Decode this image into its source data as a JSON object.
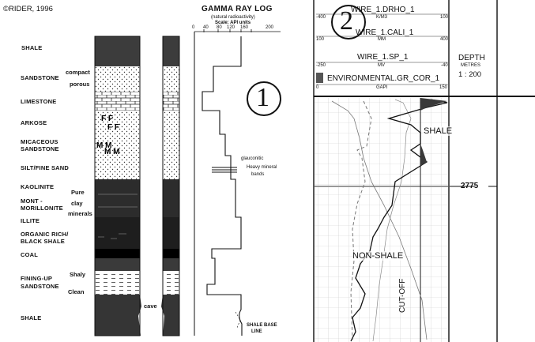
{
  "copyright": "©RIDER, 1996",
  "left_panel": {
    "title": "GAMMA RAY LOG",
    "subtitle_1": "(natural radioactivity)",
    "subtitle_2": "Scale: API units",
    "scale_ticks": [
      "0",
      "40",
      "80",
      "120",
      "160",
      "200"
    ],
    "lithologies": [
      "SHALE",
      "SANDSTONE",
      "LIMESTONE",
      "ARKOSE",
      "MICACEOUS",
      "SANDSTONE",
      "SILT/FINE SAND",
      "KAOLINITE",
      "MONT -",
      "MORILLONITE",
      "ILLITE",
      "ORGANIC RICH/",
      "BLACK SHALE",
      "COAL",
      "FINING-UP",
      "SANDSTONE",
      "SHALE"
    ],
    "sandstone_notes": [
      "compact",
      "porous"
    ],
    "clay_notes": [
      "Pure",
      "clay",
      "minerals"
    ],
    "fining_notes": [
      "Shaly",
      "Clean"
    ],
    "annotations": {
      "glauconitic": "glauconitic",
      "heavy_mineral": "Heavy mineral",
      "bands": "bands",
      "cave": "cave",
      "shale_base_line_1": "SHALE BASE",
      "shale_base_line_2": "LINE"
    },
    "marker": "1"
  },
  "right_panel": {
    "curves": [
      {
        "name": "WIRE_1.DRHO_1",
        "left_scale": "-400",
        "unit": "K/M3",
        "right_scale": "100"
      },
      {
        "name": "WIRE_1.CALI_1",
        "left_scale": "100",
        "unit": "MM",
        "right_scale": "400"
      },
      {
        "name": "WIRE_1.SP_1",
        "left_scale": "-250",
        "unit": "MV",
        "right_scale": "-40"
      }
    ],
    "gr_curve": {
      "name": "ENVIRONMENTAL.GR_COR_1",
      "left_scale": "0",
      "unit": "GAPI",
      "right_scale": "150"
    },
    "depth_header": {
      "label": "DEPTH",
      "unit": "METRES",
      "scale": "1 : 200"
    },
    "depth_marker": "2775",
    "labels": {
      "shale": "SHALE",
      "non_shale": "NON-SHALE",
      "cutoff": "CUT-OFF"
    },
    "marker": "2"
  }
}
